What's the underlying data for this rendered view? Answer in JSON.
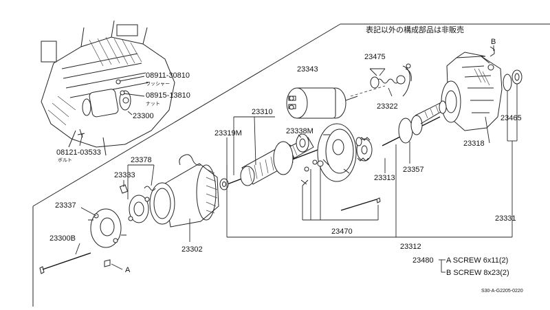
{
  "notice": "表記以外の構成部品は非販売",
  "labels": {
    "p08911": "08911-30810",
    "p08911_sub": "ワッシャー",
    "p08915": "08915-13810",
    "p08915_sub": "ナット",
    "p23300": "23300",
    "p08121": "08121-03533",
    "p08121_sub": "ボルト",
    "p23343": "23343",
    "p23475": "23475",
    "p23322": "23322",
    "pB": "B",
    "p23465": "23465",
    "p23318": "23318",
    "p23310": "23310",
    "p23319M": "23319M",
    "p23338M": "23338M",
    "p23378": "23378",
    "p23333": "23333",
    "p23313": "23313",
    "p23357": "23357",
    "p23337": "23337",
    "p23300B": "23300B",
    "p23302": "23302",
    "p23470": "23470",
    "p23331": "23331",
    "p23312": "23312",
    "pA": "A",
    "p23480": "23480",
    "screwA": "A SCREW 6x11(2)",
    "screwB": "B SCREW 8x23(2)",
    "code": "S30-A-G2205-0220"
  }
}
